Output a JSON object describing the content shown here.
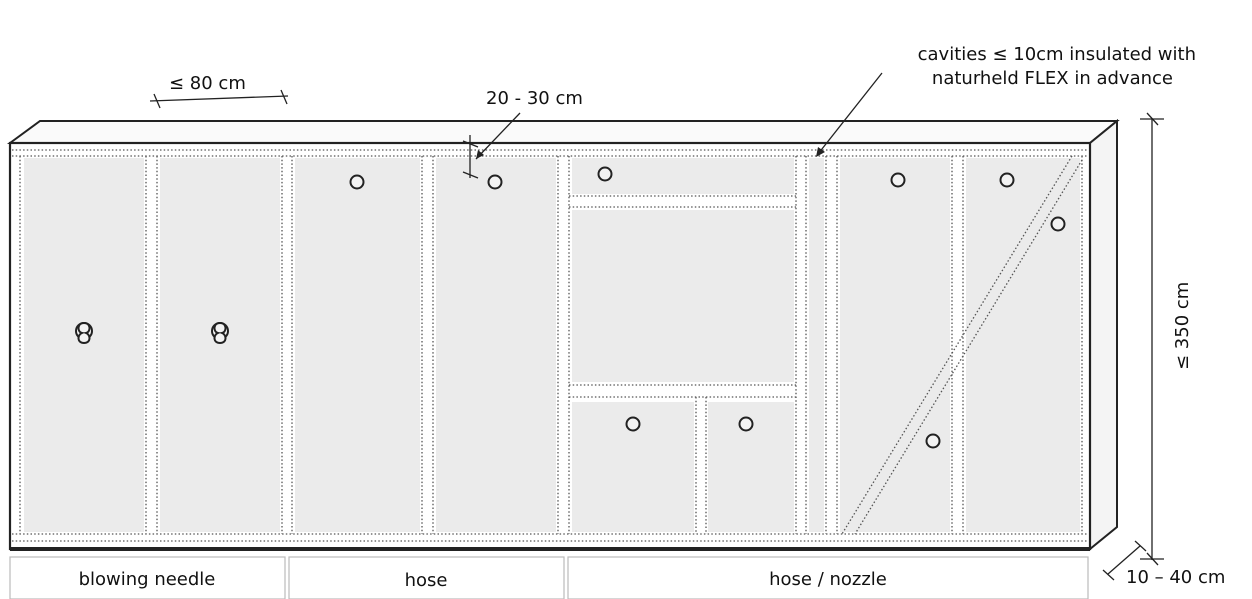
{
  "annotations": {
    "stud_spacing": "≤ 80 cm",
    "hole_distance": "20 - 30 cm",
    "cavity_note_line1": "cavities ≤ 10cm insulated with",
    "cavity_note_line2": "naturheld FLEX in advance",
    "wall_height": "≤ 350 cm",
    "wall_thickness": "10 – 40 cm"
  },
  "sections": [
    {
      "label": "blowing needle"
    },
    {
      "label": "hose"
    },
    {
      "label": "hose / nozzle"
    }
  ],
  "colors": {
    "cavity_fill": "#ebebeb",
    "frame": "#222222",
    "wall_face": "#ffffff"
  }
}
